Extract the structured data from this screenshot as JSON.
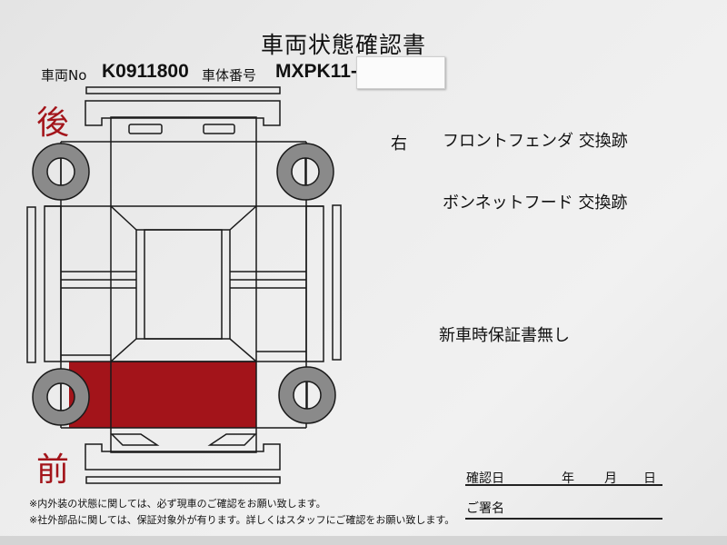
{
  "title": "車両状態確認書",
  "vehicle": {
    "number_label": "車両No",
    "number_value": "K0911800",
    "chassis_label": "車体番号",
    "chassis_value": "MXPK11-"
  },
  "diagram": {
    "rear_label": "後",
    "front_label": "前",
    "damaged_color": "#a3141a"
  },
  "notes": {
    "side": "右",
    "item1": "フロントフェンダ 交換跡",
    "item2": "ボンネットフード 交換跡",
    "item3": "新車時保証書無し"
  },
  "footer": {
    "note1": "※内外装の状態に関しては、必ず現車のご確認をお願い致します。",
    "note2": "※社外部品に関しては、保証対象外が有ります。詳しくはスタッフにご確認をお願い致します。"
  },
  "signature": {
    "date_label": "確認日",
    "year": "年",
    "month": "月",
    "day": "日",
    "name_label": "ご署名"
  }
}
